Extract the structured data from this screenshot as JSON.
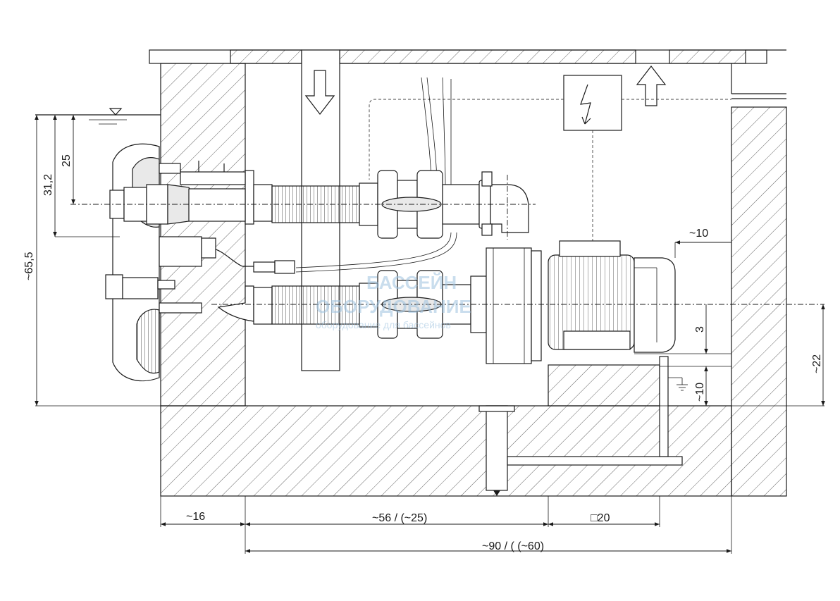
{
  "dimensions": {
    "d_65_5": "~65,5",
    "d_31_2": "31,2",
    "d_25": "25",
    "d_10_top": "~10",
    "d_3": "3",
    "d_10_side": "~10",
    "d_22": "~22",
    "d_16": "~16",
    "d_56": "~56 / (~25)",
    "d_20": "□20",
    "d_90": "~90 / ( (~60)"
  },
  "watermark": {
    "line1": "БАССЕЙН",
    "line2": "ОБОРУДОВАНИЕ",
    "line3": "оборудование для бассейнов"
  },
  "colors": {
    "line": "#1a1a1a",
    "hatch": "#555555",
    "watermark": "#9ec2df"
  },
  "icons": [
    "water-level-icon",
    "flow-down-arrow-icon",
    "flow-up-arrow-icon",
    "electric-box-icon",
    "ground-icon"
  ]
}
